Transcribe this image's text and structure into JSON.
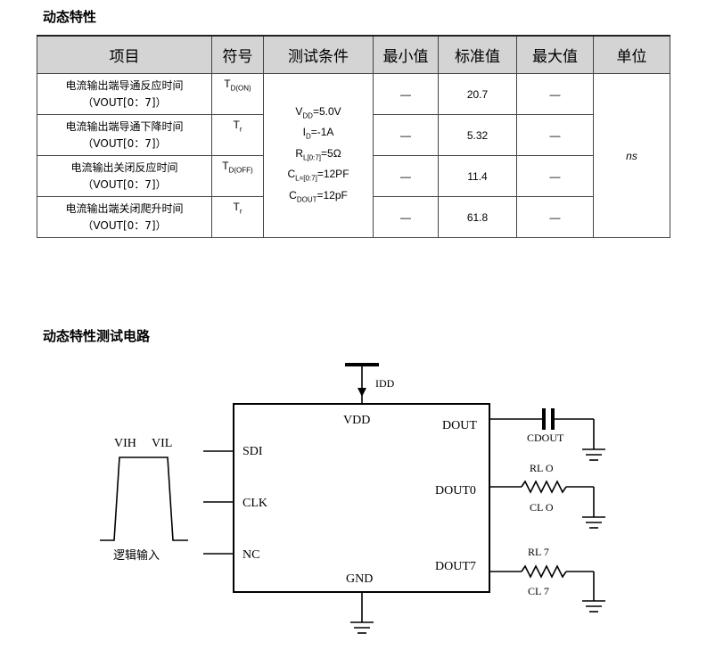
{
  "section1": {
    "title": "动态特性"
  },
  "table": {
    "headers": [
      "项目",
      "符号",
      "测试条件",
      "最小值",
      "标准值",
      "最大值",
      "单位"
    ],
    "rows": [
      {
        "item_line1": "电流输出端导通反应时间",
        "item_line2": "（VOUT[0：7]）",
        "sym": "T",
        "sym_sub": "D(ON)",
        "min": "—",
        "typ": "20.7",
        "max": "—"
      },
      {
        "item_line1": "电流输出端导通下降时间",
        "item_line2": "（VOUT[0：7]）",
        "sym": "T",
        "sym_sub": "r",
        "min": "—",
        "typ": "5.32",
        "max": "—"
      },
      {
        "item_line1": "电流输出关闭反应时间",
        "item_line2": "（VOUT[0：7]）",
        "sym": "T",
        "sym_sub": "D(OFF)",
        "min": "—",
        "typ": "11.4",
        "max": "—"
      },
      {
        "item_line1": "电流输出端关闭爬升时间",
        "item_line2": "（VOUT[0：7]）",
        "sym": "T",
        "sym_sub": "r",
        "min": "—",
        "typ": "61.8",
        "max": "—"
      }
    ],
    "conditions": [
      {
        "base": "V",
        "sub": "DD",
        "rest": "=5.0V"
      },
      {
        "base": "I",
        "sub": "D",
        "rest": "=-1A"
      },
      {
        "base": "R",
        "sub": "L[0:7]",
        "rest": "=5Ω"
      },
      {
        "base": "C",
        "sub": "L=[0:7]",
        "rest": "=12PF"
      },
      {
        "base": "C",
        "sub": "DOUT",
        "rest": "=12pF"
      }
    ],
    "unit": "ns"
  },
  "section2": {
    "title": "动态特性测试电路"
  },
  "circuit": {
    "idd": "IDD",
    "vdd": "VDD",
    "gnd": "GND",
    "sdi": "SDI",
    "clk": "CLK",
    "nc": "NC",
    "dout": "DOUT",
    "dout0": "DOUT0",
    "dout7": "DOUT7",
    "vih": "VIH",
    "vil": "VIL",
    "logic_input": "逻辑输入",
    "cdout": "CDOUT",
    "rl0": "RL O",
    "cl0": "CL O",
    "rl7": "RL 7",
    "cl7": "CL 7"
  }
}
